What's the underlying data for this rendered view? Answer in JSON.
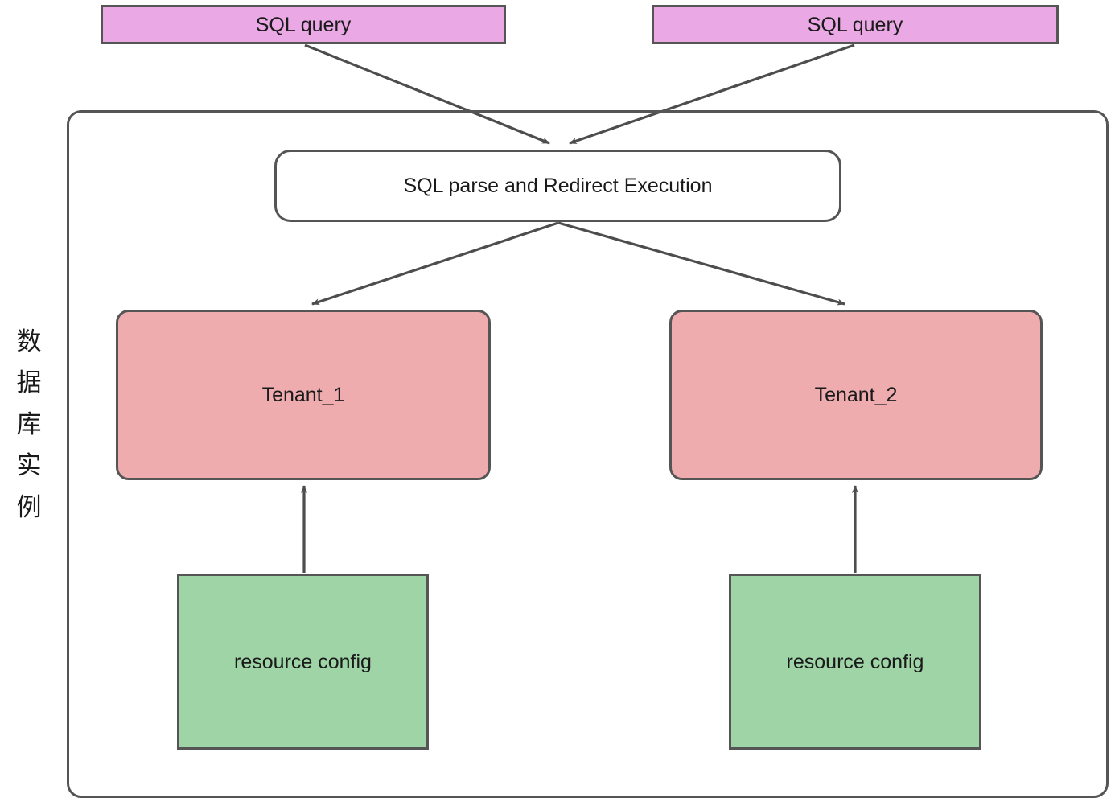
{
  "diagram": {
    "title_label_vertical": "数据库实例",
    "vertical_label_chars": [
      "数",
      "据",
      "库",
      "实",
      "例"
    ],
    "colors": {
      "stroke": "#555555",
      "sql_query_fill": "#eaa8e4",
      "tenant_fill": "#eeacaf",
      "resource_fill": "#9fd4a6",
      "parse_fill": "#ffffff",
      "text": "#1a1a1a",
      "background": "#ffffff"
    },
    "nodes": {
      "sql_query_left": "SQL query",
      "sql_query_right": "SQL query",
      "sql_parse": "SQL parse and Redirect Execution",
      "tenant_1": "Tenant_1",
      "tenant_2": "Tenant_2",
      "resource_config_1": "resource config",
      "resource_config_2": "resource config"
    },
    "edges": [
      {
        "from": "sql_query_left",
        "to": "sql_parse",
        "arrow": "end",
        "label": ""
      },
      {
        "from": "sql_query_right",
        "to": "sql_parse",
        "arrow": "end",
        "label": ""
      },
      {
        "from": "sql_parse",
        "to": "tenant_1",
        "arrow": "end",
        "label": ""
      },
      {
        "from": "sql_parse",
        "to": "tenant_2",
        "arrow": "end",
        "label": ""
      },
      {
        "from": "resource_config_1",
        "to": "tenant_1",
        "arrow": "end",
        "label": ""
      },
      {
        "from": "resource_config_2",
        "to": "tenant_2",
        "arrow": "end",
        "label": ""
      }
    ]
  }
}
